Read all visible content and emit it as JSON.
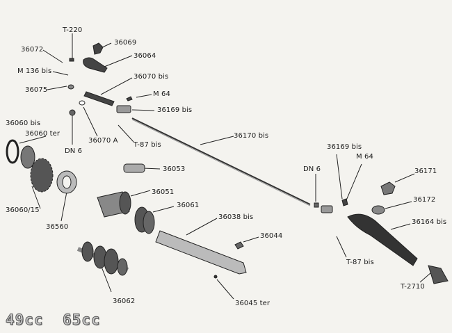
{
  "labels": {
    "t220": "T-220",
    "p36069": "36069",
    "p36072": "36072",
    "p36064": "36064",
    "m136bis": "M 136 bis",
    "p36070bis": "36070 bis",
    "p36075": "36075",
    "m64_top": "M 64",
    "p36169bis_top": "36169 bis",
    "p36060bis": "36060 bis",
    "p36060ter": "36060 ter",
    "dn6_left": "DN 6",
    "p36070a": "36070 A",
    "t87bis_top": "T-87 bis",
    "p36170bis": "36170 bis",
    "p36169bis_right": "36169 bis",
    "dn6_right": "DN 6",
    "m64_right": "M 64",
    "p36171": "36171",
    "p36053": "36053",
    "p36051": "36051",
    "p36061": "36061",
    "p36172": "36172",
    "p36060_15": "36060/15",
    "p36560": "36560",
    "p36038bis": "36038 bis",
    "p36164bis": "36164 bis",
    "p36044": "36044",
    "t87bis_right": "T-87 bis",
    "t2710": "T-2710",
    "p36062": "36062",
    "p36045ter": "36045 ter"
  },
  "footer": {
    "engine1": "49cc",
    "engine2": "65cc"
  }
}
